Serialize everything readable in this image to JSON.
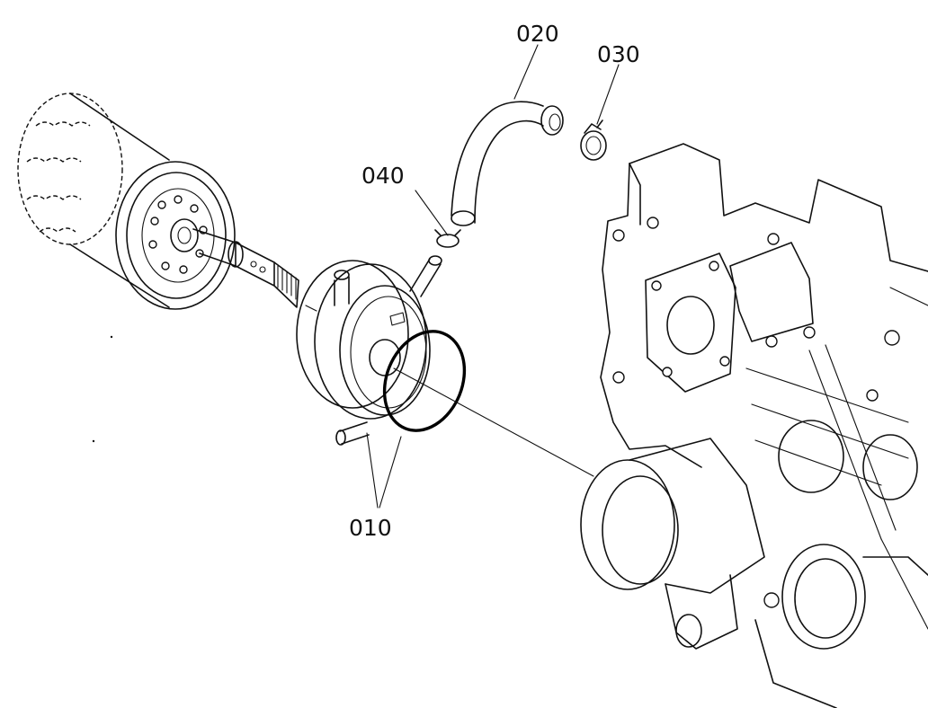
{
  "labels": {
    "part_010": "010",
    "part_020": "020",
    "part_030": "030",
    "part_040": "040"
  },
  "colors": {
    "line": "#111111",
    "background": "#ffffff"
  }
}
